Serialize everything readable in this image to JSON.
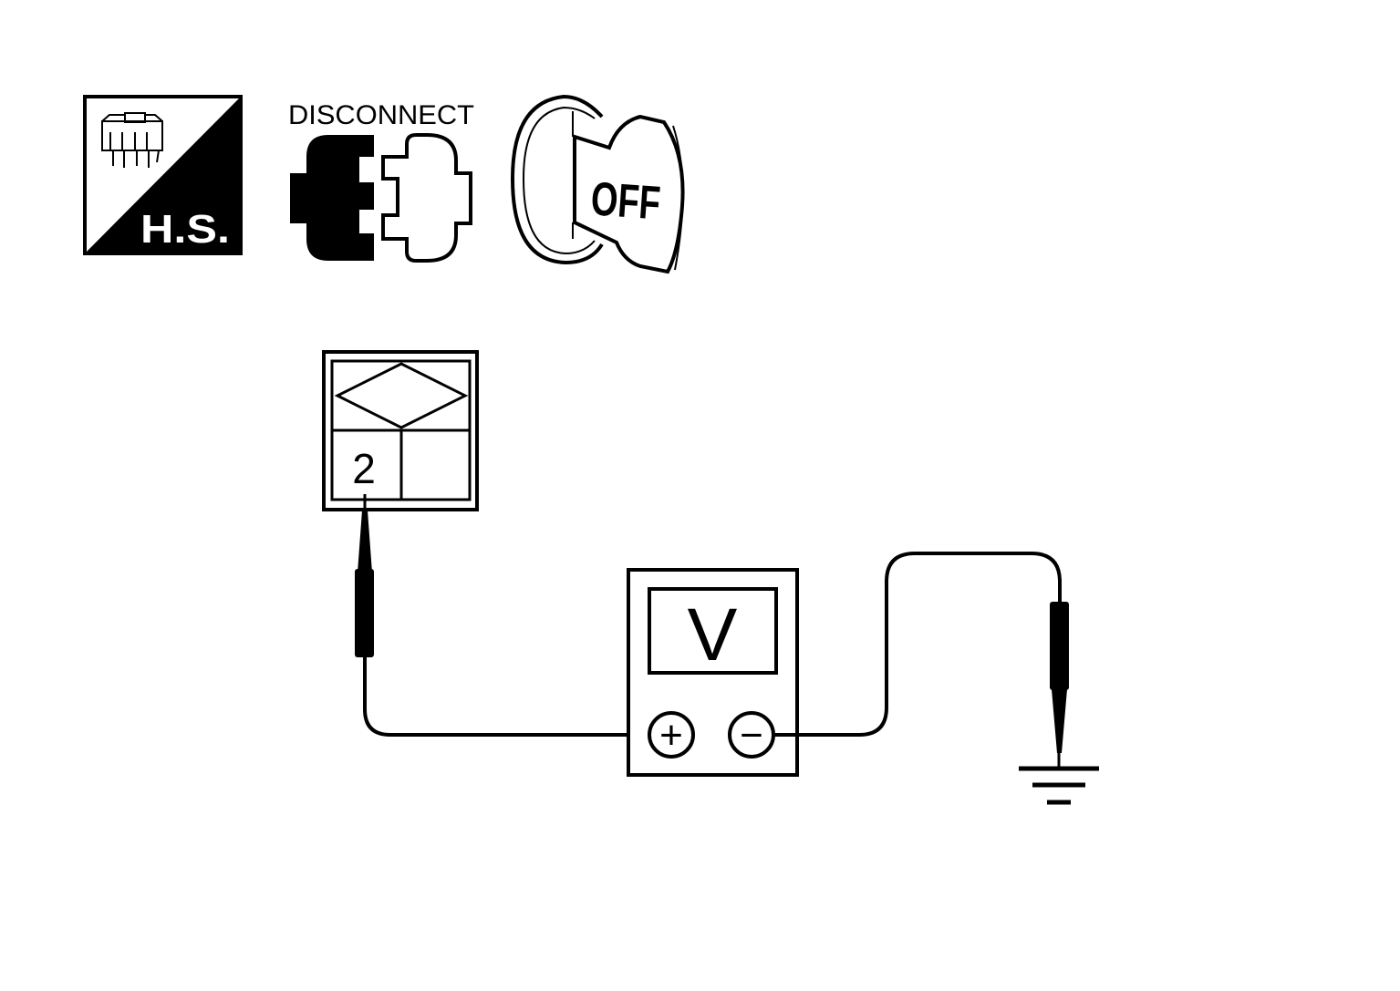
{
  "icons": {
    "harness_side": {
      "label": "H.S."
    },
    "disconnect": {
      "label": "DISCONNECT"
    },
    "ignition": {
      "label": "OFF"
    }
  },
  "connector": {
    "terminal": "2"
  },
  "meter": {
    "display": "V",
    "plus_symbol": "+",
    "minus_symbol": "−"
  },
  "colors": {
    "ink": "#000000",
    "paper": "#ffffff"
  }
}
